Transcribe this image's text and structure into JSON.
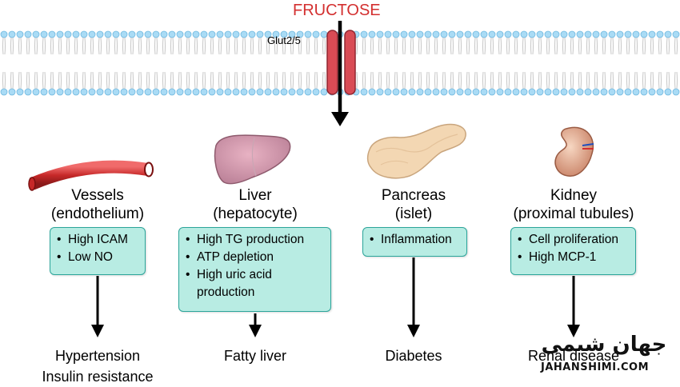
{
  "title": "FRUCTOSE",
  "transporter": "Glut2/5",
  "columns": [
    {
      "organ": "Vessels",
      "sub": "(endothelium)",
      "items": [
        "High ICAM",
        "Low NO"
      ],
      "outcomes": [
        "Hypertension",
        "Insulin resistance"
      ]
    },
    {
      "organ": "Liver",
      "sub": "(hepatocyte)",
      "items": [
        "High TG production",
        "ATP depletion",
        "High uric acid production"
      ],
      "outcomes": [
        "Fatty liver"
      ]
    },
    {
      "organ": "Pancreas",
      "sub": "(islet)",
      "items": [
        "Inflammation"
      ],
      "outcomes": [
        "Diabetes"
      ]
    },
    {
      "organ": "Kidney",
      "sub": "(proximal tubules)",
      "items": [
        "Cell proliferation",
        "High MCP-1"
      ],
      "outcomes": [
        "Renal disease"
      ]
    }
  ],
  "watermark": {
    "arabic": "جهان شیمی",
    "url": "JAHANSHIMI.COM"
  },
  "colors": {
    "title": "#d32f2f",
    "box_fill": "#b8ece3",
    "box_border": "#2ba59a",
    "channel": "#d94b55",
    "membrane": "#9fd3f0"
  }
}
